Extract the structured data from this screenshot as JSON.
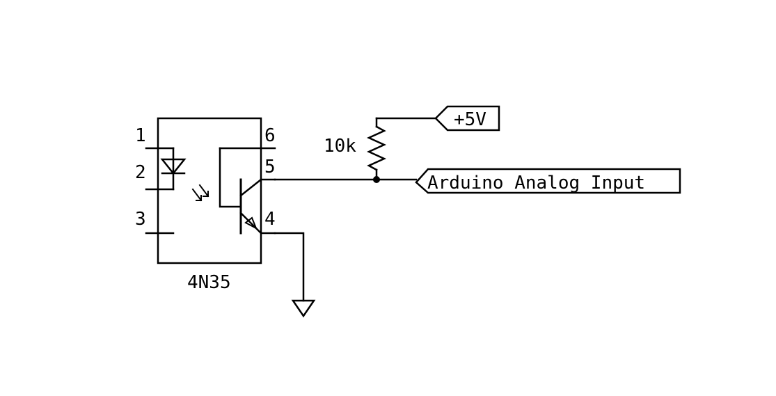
{
  "schematic": {
    "part_name": "4N35",
    "pins": [
      "1",
      "2",
      "3",
      "6",
      "5",
      "4"
    ],
    "resistor_value": "10k",
    "supply_label": "+5V",
    "output_label": "Arduino Analog Input"
  },
  "colors": {
    "ink": "#000000",
    "background": "#ffffff"
  }
}
